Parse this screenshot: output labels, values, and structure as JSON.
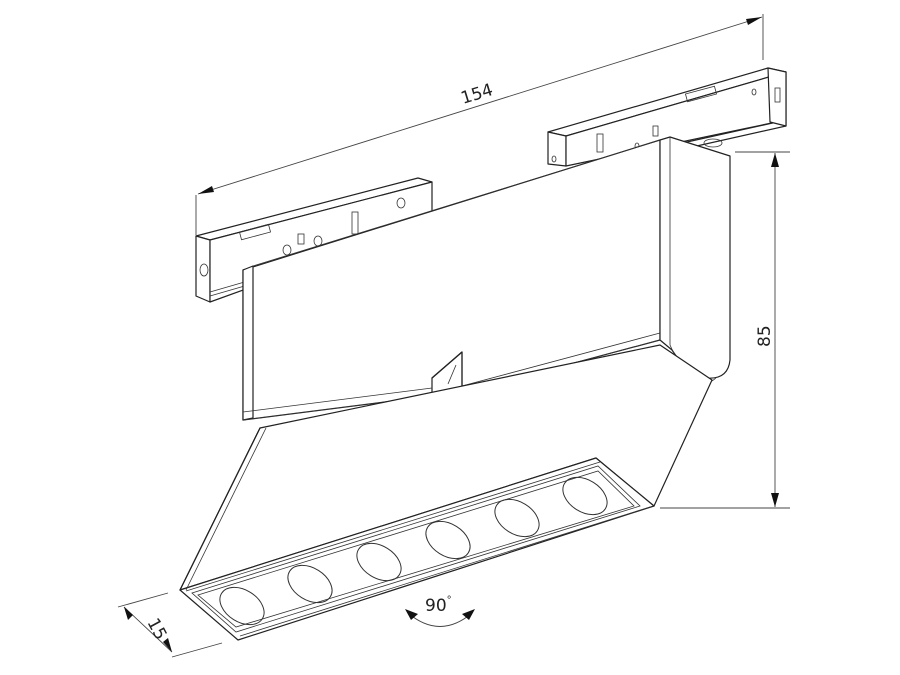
{
  "drawing": {
    "subject": "magnetic track linear spotlight, folding head",
    "line_color": "#222222",
    "background": "#ffffff"
  },
  "dimensions": {
    "length": {
      "value": "154",
      "unit": "mm",
      "label": "154"
    },
    "height": {
      "value": "85",
      "unit": "mm",
      "label": "85"
    },
    "width": {
      "value": "15",
      "unit": "mm",
      "label": "15"
    },
    "rotation": {
      "value": "90",
      "unit": "deg",
      "label": "90",
      "degree_symbol": "°"
    }
  },
  "lenses": {
    "count": 6
  }
}
